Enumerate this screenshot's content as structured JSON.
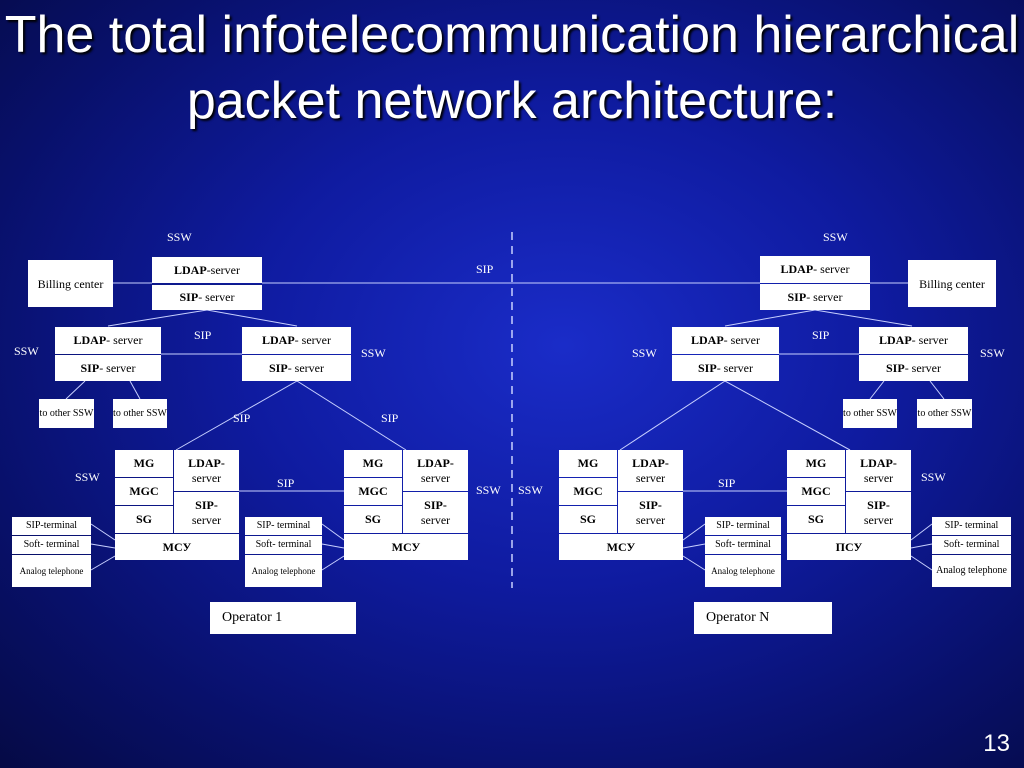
{
  "title": "The total infotelecommunication hierarchical packet network architecture:",
  "page_number": "13",
  "labels": {
    "ssw": "SSW",
    "sip": "SIP",
    "ldap_bold": "LDAP",
    "ldap_server_a": "-server",
    "ldap_server_b": "- server",
    "sip_bold": "SIP",
    "sip_server": "- server",
    "ldap_split": "LDAP-",
    "sip_split": "SIP-",
    "server": "server",
    "billing_center": "Billing center",
    "to_other_ssw": "to other SSW",
    "mg": "MG",
    "mgc": "MGC",
    "sg": "SG",
    "msu": "МСУ",
    "psu": "ПСУ",
    "sip_terminal_a": "SIP-terminal",
    "sip_terminal_b": "SIP- terminal",
    "soft_terminal": "Soft- terminal",
    "analog_telephone": "Analog telephone",
    "operator_1": "Operator 1",
    "operator_n": "Operator N"
  }
}
